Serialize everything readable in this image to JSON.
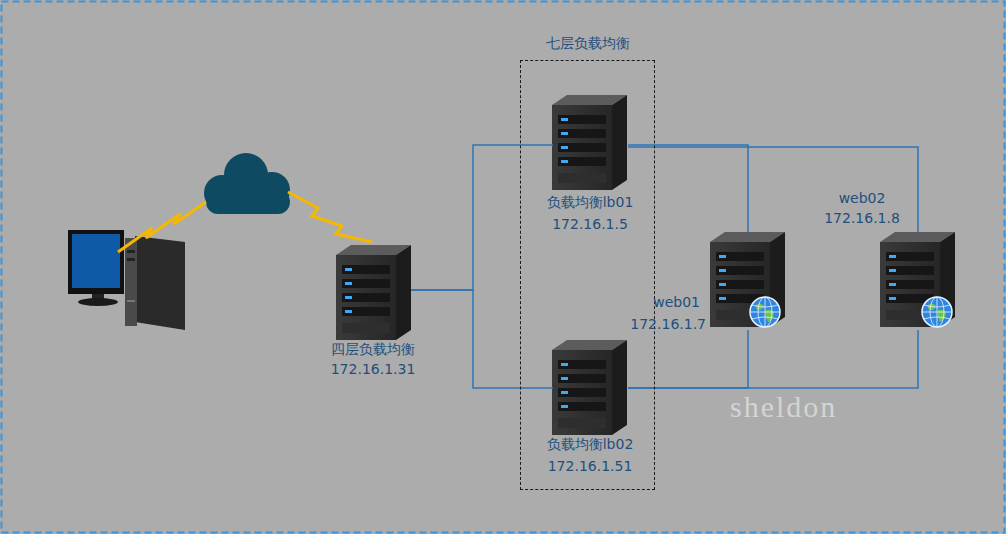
{
  "diagram": {
    "nodes": [
      {
        "text": [
          "四层负载均衡",
          "172.16.1.31"
        ]
      },
      {
        "text": [
          "七层负载均衡"
        ]
      },
      {
        "text": [
          "负载均衡lb01",
          "172.16.1.5"
        ],
        "in": 1
      },
      {
        "text": [
          "负载均衡lb02",
          "172.16.1.51"
        ],
        "in": 1
      },
      {
        "text": [
          "web01",
          "172.16.1.7"
        ]
      },
      {
        "text": [
          "web02",
          "172.16.1.8"
        ]
      }
    ],
    "edges": [
      {
        "from": 0,
        "to": 2,
        "arrow": "none"
      },
      {
        "from": 0,
        "to": 3,
        "arrow": "none"
      },
      {
        "from": 2,
        "to": 4,
        "arrow": "none"
      },
      {
        "from": 2,
        "to": 5,
        "arrow": "none"
      },
      {
        "from": 3,
        "to": 4,
        "arrow": "none"
      },
      {
        "from": 3,
        "to": 5,
        "arrow": "none"
      }
    ],
    "labels": [
      "sheldon"
    ]
  }
}
